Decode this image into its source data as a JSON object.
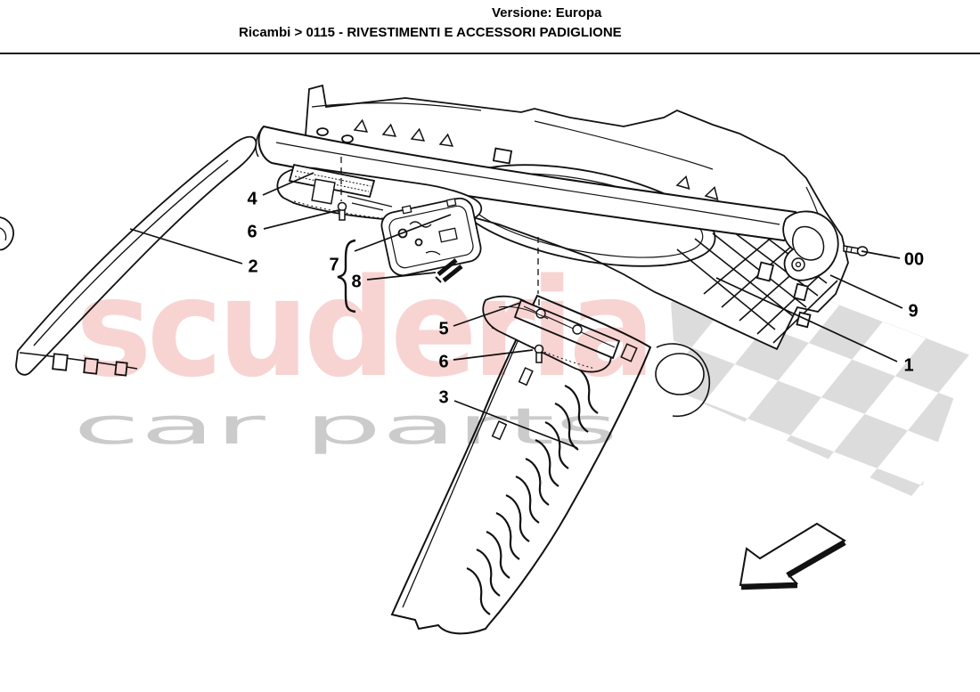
{
  "header": {
    "version_label": "Versione: Europa",
    "breadcrumb": "Ricambi > 0115 - RIVESTIMENTI E ACCESSORI PADIGLIONE"
  },
  "watermark": {
    "brand": "scuderia",
    "subtitle": "car parts",
    "brand_color": "#f7d4d2",
    "subtitle_color": "#cbcbcb",
    "flag_color": "#dcdcdc"
  },
  "diagram": {
    "callouts": [
      {
        "label": "4"
      },
      {
        "label": "6"
      },
      {
        "label": "2"
      },
      {
        "label": "7"
      },
      {
        "label": "8"
      },
      {
        "label": "5"
      },
      {
        "label": "6"
      },
      {
        "label": "3"
      },
      {
        "label": "00"
      },
      {
        "label": "9"
      },
      {
        "label": "1"
      }
    ]
  }
}
